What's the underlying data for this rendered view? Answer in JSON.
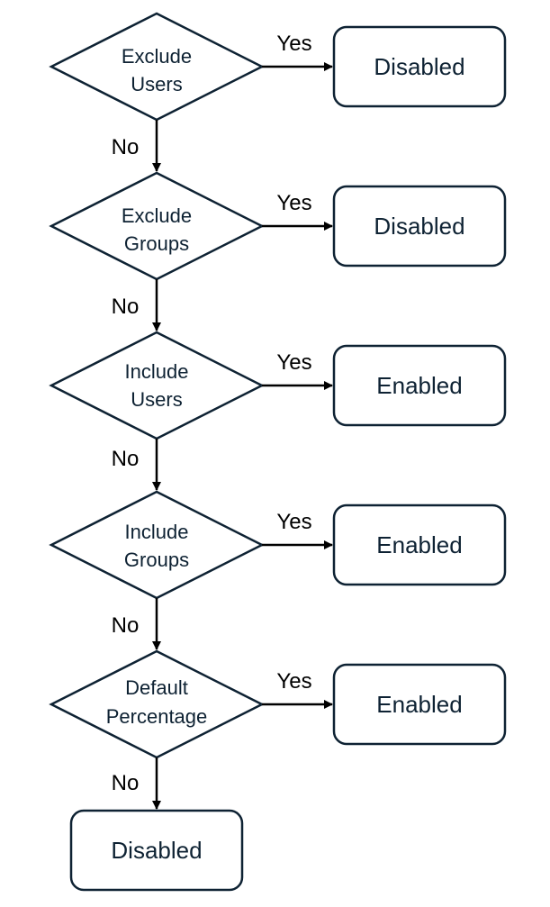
{
  "diagram": {
    "decisions": [
      {
        "line1": "Exclude",
        "line2": "Users"
      },
      {
        "line1": "Exclude",
        "line2": "Groups"
      },
      {
        "line1": "Include",
        "line2": "Users"
      },
      {
        "line1": "Include",
        "line2": "Groups"
      },
      {
        "line1": "Default",
        "line2": "Percentage"
      }
    ],
    "outcomes": [
      {
        "label": "Disabled"
      },
      {
        "label": "Disabled"
      },
      {
        "label": "Enabled"
      },
      {
        "label": "Enabled"
      },
      {
        "label": "Enabled"
      }
    ],
    "final_outcome": {
      "label": "Disabled"
    },
    "yes_labels": [
      "Yes",
      "Yes",
      "Yes",
      "Yes",
      "Yes"
    ],
    "no_labels": [
      "No",
      "No",
      "No",
      "No",
      "No"
    ],
    "colors": {
      "shape_stroke": "#0e2233",
      "edge": "#000000",
      "background": "#ffffff"
    }
  }
}
